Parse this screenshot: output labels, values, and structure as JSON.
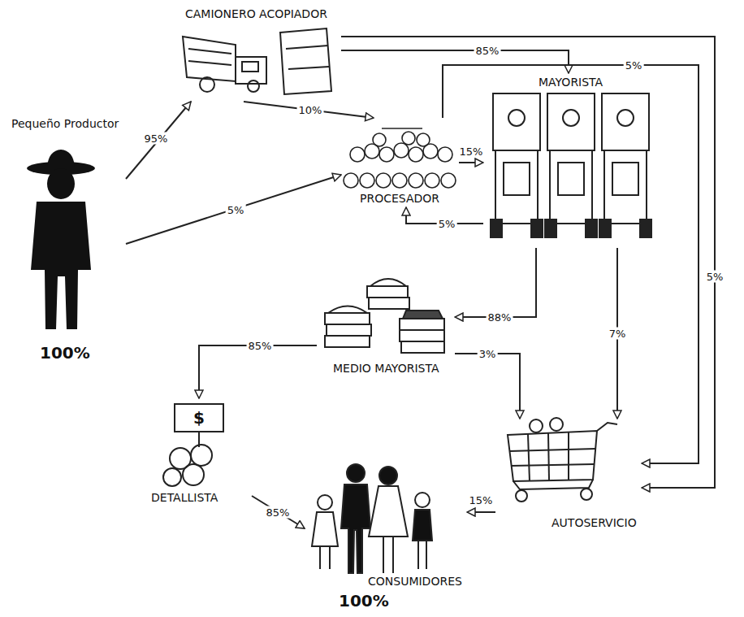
{
  "diagram": {
    "nodes": [
      {
        "text": [
          "Pequeño Productor",
          "100%"
        ]
      },
      {
        "text": [
          "CAMIONERO ACOPIADOR"
        ]
      },
      {
        "text": [
          "PROCESADOR"
        ]
      },
      {
        "text": [
          "MAYORISTA"
        ]
      },
      {
        "text": [
          "MEDIO MAYORISTA"
        ]
      },
      {
        "text": [
          "DETALLISTA"
        ]
      },
      {
        "text": [
          "AUTOSERVICIO"
        ]
      },
      {
        "text": [
          "CONSUMIDORES",
          "100%"
        ]
      }
    ],
    "edges": [
      {
        "from": 0,
        "to": 1,
        "label": "95%",
        "arrow": "to"
      },
      {
        "from": 0,
        "to": 2,
        "label": "5%",
        "arrow": "to"
      },
      {
        "from": 1,
        "to": 2,
        "label": "10%",
        "arrow": "to"
      },
      {
        "from": 1,
        "to": 3,
        "label": "85%",
        "arrow": "to"
      },
      {
        "from": 1,
        "to": 6,
        "label": "5%",
        "arrow": "to"
      },
      {
        "from": 2,
        "to": 6,
        "label": "5%",
        "arrow": "to"
      },
      {
        "from": 2,
        "to": 3,
        "label": "15%",
        "arrow": "to"
      },
      {
        "from": 3,
        "to": 2,
        "label": "5%",
        "arrow": "to"
      },
      {
        "from": 3,
        "to": 4,
        "label": "88%",
        "arrow": "to"
      },
      {
        "from": 3,
        "to": 6,
        "label": "7%",
        "arrow": "to"
      },
      {
        "from": 4,
        "to": 6,
        "label": "3%",
        "arrow": "to"
      },
      {
        "from": 4,
        "to": 5,
        "label": "85%",
        "arrow": "to"
      },
      {
        "from": 5,
        "to": 7,
        "label": "85%",
        "arrow": "to"
      },
      {
        "from": 6,
        "to": 7,
        "label": "15%",
        "arrow": "to"
      }
    ],
    "labels": [
      "$"
    ]
  }
}
